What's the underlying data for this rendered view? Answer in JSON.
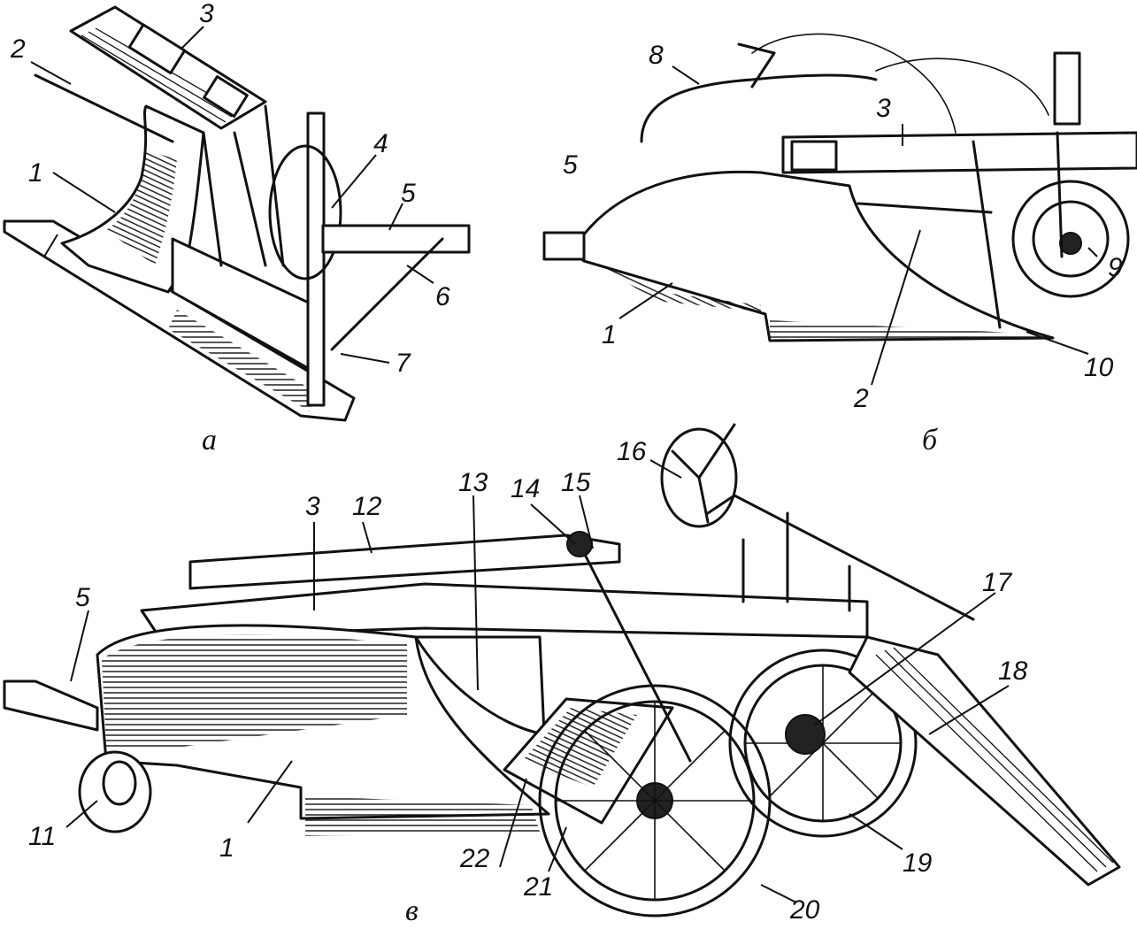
{
  "panels": [
    {
      "id": "a",
      "caption": "а"
    },
    {
      "id": "b",
      "caption": "б"
    },
    {
      "id": "v",
      "caption": "в"
    }
  ],
  "labels": {
    "a": [
      "1",
      "2",
      "3",
      "4",
      "5",
      "6",
      "7"
    ],
    "b": [
      "1",
      "2",
      "3",
      "5",
      "8",
      "9",
      "10"
    ],
    "v": [
      "1",
      "3",
      "5",
      "11",
      "12",
      "13",
      "14",
      "15",
      "16",
      "17",
      "18",
      "19",
      "20",
      "21",
      "22"
    ]
  }
}
